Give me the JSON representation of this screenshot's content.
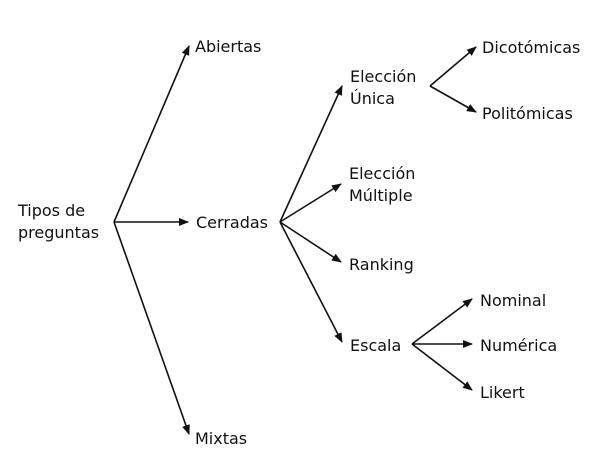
{
  "root": {
    "line1": "Tipos de",
    "line2": "preguntas"
  },
  "level1": {
    "abiertas": "Abiertas",
    "cerradas": "Cerradas",
    "mixtas": "Mixtas"
  },
  "cerradas_children": {
    "eleccion_unica_line1": "Elección",
    "eleccion_unica_line2": "Única",
    "eleccion_multiple_line1": "Elección",
    "eleccion_multiple_line2": "Múltiple",
    "ranking": "Ranking",
    "escala": "Escala"
  },
  "eleccion_unica_children": {
    "dicotomicas": "Dicotómicas",
    "politomicas": "Politómicas"
  },
  "escala_children": {
    "nominal": "Nominal",
    "numerica": "Numérica",
    "likert": "Likert"
  },
  "colors": {
    "line": "#111111",
    "text": "#111111",
    "background": "#ffffff"
  }
}
